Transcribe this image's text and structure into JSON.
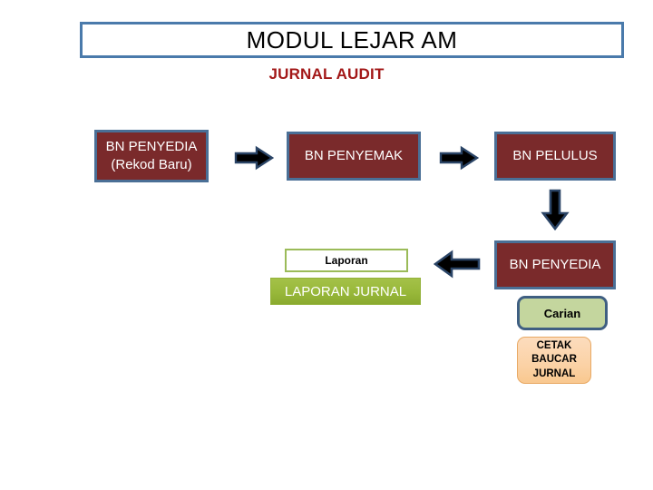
{
  "title": {
    "text": "MODUL LEJAR AM",
    "border_color": "#4a7aab"
  },
  "subtitle": {
    "text": "JURNAL AUDIT",
    "color": "#a31818"
  },
  "colors": {
    "process_fill": "#7a2a2b",
    "process_border": "#4a6f96",
    "arrow_fill": "#000000",
    "arrow_outline": "#2a4466",
    "green_fill": "#98b83a",
    "green_outline": "#9bbb59",
    "sage_fill": "#c4d69e",
    "sage_border": "#3f5f82",
    "orange_fill": "#fbd2a6",
    "orange_border": "#e8a964"
  },
  "flow": {
    "row1": {
      "penyedia_baru": {
        "line1": "BN PENYEDIA",
        "line2": "(Rekod Baru)"
      },
      "penyemak": "BN PENYEMAK",
      "pelulus": "BN PELULUS"
    },
    "row2": {
      "penyedia": "BN PENYEDIA",
      "laporan": "Laporan",
      "laporan_jurnal": "LAPORAN JURNAL"
    },
    "row3": {
      "carian": "Carian",
      "cetak_baucar_jurnal": {
        "line1": "CETAK",
        "line2": "BAUCAR",
        "line3": "JURNAL"
      }
    }
  },
  "arrows": [
    {
      "name": "arrow-right-penyedia-to-penyemak",
      "direction": "right"
    },
    {
      "name": "arrow-right-penyemak-to-pelulus",
      "direction": "right"
    },
    {
      "name": "arrow-down-pelulus-to-penyedia",
      "direction": "down"
    },
    {
      "name": "arrow-left-penyedia-to-laporan",
      "direction": "left"
    }
  ]
}
